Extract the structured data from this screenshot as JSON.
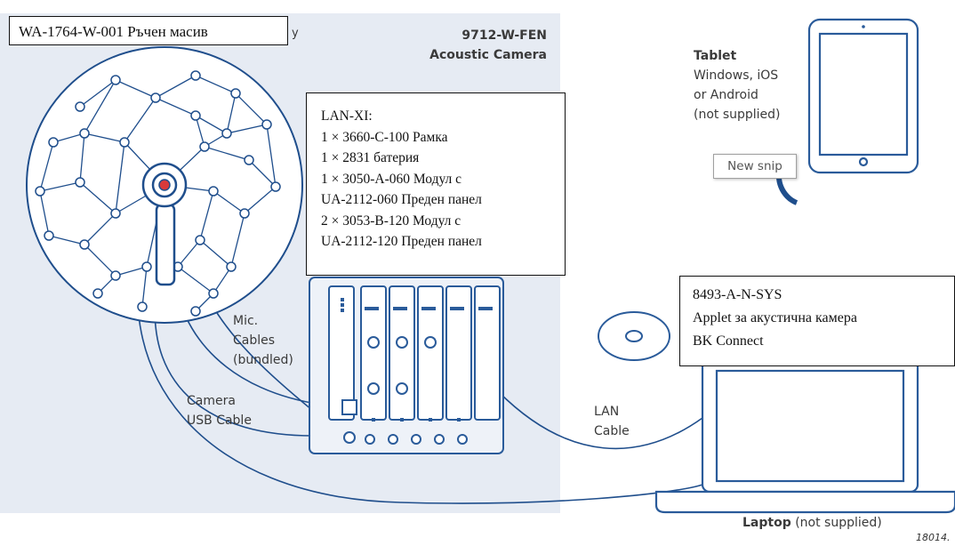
{
  "title_box": {
    "text": "WA-1764-W-001 Ръчен масив"
  },
  "product": {
    "code": "9712-W-FEN",
    "name": "Acoustic Camera"
  },
  "lanxi_box": {
    "lines": [
      "LAN-XI:",
      "1 × 3660-C-100 Рамка",
      "1 × 2831 батерия",
      "1 × 3050-A-060 Модул с",
      "UA-2112-060 Преден панел",
      "2 × 3053-B-120 Модул с",
      "UA-2112-120 Преден панел"
    ]
  },
  "tablet": {
    "title": "Tablet",
    "lines": [
      "Windows, iOS",
      "or Android",
      "(not supplied)"
    ]
  },
  "snip_tooltip": "New snip",
  "software_box": {
    "lines": [
      "8493-A-N-SYS",
      "Applet за акустична камера",
      "BK Connect"
    ]
  },
  "mic_cables": {
    "lines": [
      "Mic.",
      "Cables",
      "(bundled)"
    ]
  },
  "camera_cable": {
    "lines": [
      "Camera",
      "USB Cable"
    ]
  },
  "lan_cable": {
    "lines": [
      "LAN",
      "Cable"
    ]
  },
  "laptop": {
    "name": "Laptop",
    "note": "(not supplied)"
  },
  "figure_id": "18014.",
  "colors": {
    "line": "#1f4e8c",
    "panel": "#e6ebf3",
    "device": "#2a5b9a"
  }
}
